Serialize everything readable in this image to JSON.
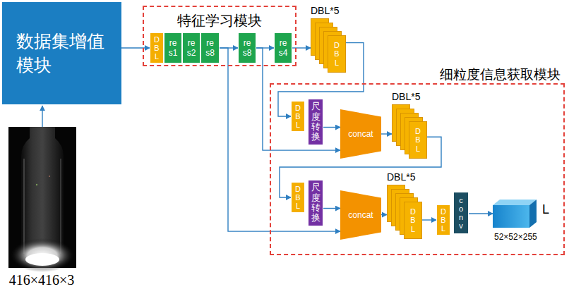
{
  "diagram": {
    "nodes": [
      {
        "text": [
          "数据集增值模块"
        ]
      },
      {
        "text": [
          "特征学习模块"
        ]
      },
      {
        "text": [
          "DBL"
        ],
        "in": 1
      },
      {
        "text": [
          "re s1"
        ],
        "in": 1
      },
      {
        "text": [
          "re s2"
        ],
        "in": 1
      },
      {
        "text": [
          "re s8"
        ],
        "in": 1
      },
      {
        "text": [
          "re s8"
        ],
        "in": 1
      },
      {
        "text": [
          "re s4"
        ],
        "in": 1
      },
      {
        "text": [
          "DBL*5",
          "DBL"
        ]
      },
      {
        "text": [
          "细粒度信息获取模块"
        ]
      },
      {
        "text": [
          "DBL"
        ],
        "in": 9
      },
      {
        "text": [
          "尺度转换"
        ],
        "in": 9
      },
      {
        "text": [
          "concat"
        ],
        "in": 9
      },
      {
        "text": [
          "DBL*5",
          "DBL"
        ],
        "in": 9
      },
      {
        "text": [
          "DBL"
        ],
        "in": 9
      },
      {
        "text": [
          "尺度转换"
        ],
        "in": 9
      },
      {
        "text": [
          "concat"
        ],
        "in": 9
      },
      {
        "text": [
          "DBL*5",
          "DBL"
        ],
        "in": 9
      },
      {
        "text": [
          "DBL"
        ],
        "in": 9
      },
      {
        "text": [
          "conv"
        ],
        "in": 9
      },
      {
        "text": [
          "L",
          "52×52×255"
        ],
        "in": 9
      }
    ],
    "edges": [
      {
        "from": 0,
        "to": 2,
        "arrow": "to"
      },
      {
        "from": 5,
        "to": 6,
        "arrow": "to"
      },
      {
        "from": 6,
        "to": 7,
        "arrow": "to"
      },
      {
        "from": 7,
        "to": 8,
        "arrow": "to"
      },
      {
        "from": 8,
        "to": 10,
        "arrow": "to"
      },
      {
        "from": 6,
        "to": 12,
        "arrow": "to"
      },
      {
        "from": 5,
        "to": 16,
        "arrow": "to"
      },
      {
        "from": 11,
        "to": 12,
        "arrow": "to"
      },
      {
        "from": 12,
        "to": 13,
        "arrow": "to"
      },
      {
        "from": 13,
        "to": 14,
        "arrow": "to"
      },
      {
        "from": 15,
        "to": 16,
        "arrow": "to"
      },
      {
        "from": 16,
        "to": 17,
        "arrow": "to"
      },
      {
        "from": 17,
        "to": 18,
        "arrow": "to"
      },
      {
        "from": 19,
        "to": 20,
        "arrow": "to"
      }
    ],
    "labels": [
      "416×416×3"
    ]
  }
}
